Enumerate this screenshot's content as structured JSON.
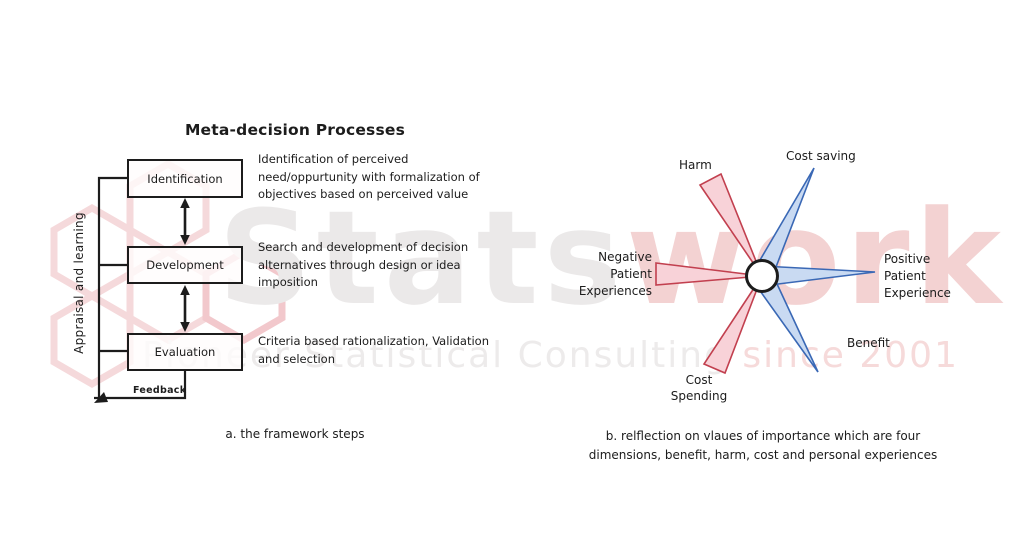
{
  "colors": {
    "ink": "#1c1c1c",
    "red_stroke": "#c2404f",
    "red_fill": "#f8d2d8",
    "blue_stroke": "#3a68b5",
    "blue_fill": "#c9daf2",
    "wm_gray": "#ebe9e9",
    "wm_pink": "#f3d2d2",
    "wm_tag_gray": "#edebeb",
    "wm_tag_pink": "#f6dada",
    "wm_hex": "#f5d9db",
    "wm_hex_strong": "#f2c8cc"
  },
  "watermark": {
    "brand_gray": "Stats",
    "brand_pink": "work",
    "tagline_gray": "Pioneer Statistical Consulting ",
    "tagline_pink": "since 2001"
  },
  "panel_a": {
    "title": "Meta-decision Processes",
    "side_label": "Appraisal and learning",
    "feedback_label": "Feedback",
    "caption": "a. the framework steps",
    "steps": [
      {
        "label": "Identification",
        "description": "Identification of perceived\nneed/oppurtunity with formalization of\nobjectives based on perceived value"
      },
      {
        "label": "Development",
        "description": "Search and development of decision\nalternatives through design or idea\nimposition"
      },
      {
        "label": "Evaluation",
        "description": "Criteria based rationalization, Validation\nand selection"
      }
    ]
  },
  "panel_b": {
    "caption": "b. relflection on vlaues of importance which are four\ndimensions, benefit, harm, cost and personal experiences",
    "values": [
      {
        "label": "Harm",
        "group": "negative",
        "direction": "up-left"
      },
      {
        "label": "Cost saving",
        "group": "positive",
        "direction": "up-right"
      },
      {
        "label": "Negative\nPatient\nExperiences",
        "group": "negative",
        "direction": "left"
      },
      {
        "label": "Positive\nPatient\nExperience",
        "group": "positive",
        "direction": "right"
      },
      {
        "label": "Benefit",
        "group": "positive",
        "direction": "down-right"
      },
      {
        "label": "Cost\nSpending",
        "group": "negative",
        "direction": "down-left"
      }
    ]
  }
}
